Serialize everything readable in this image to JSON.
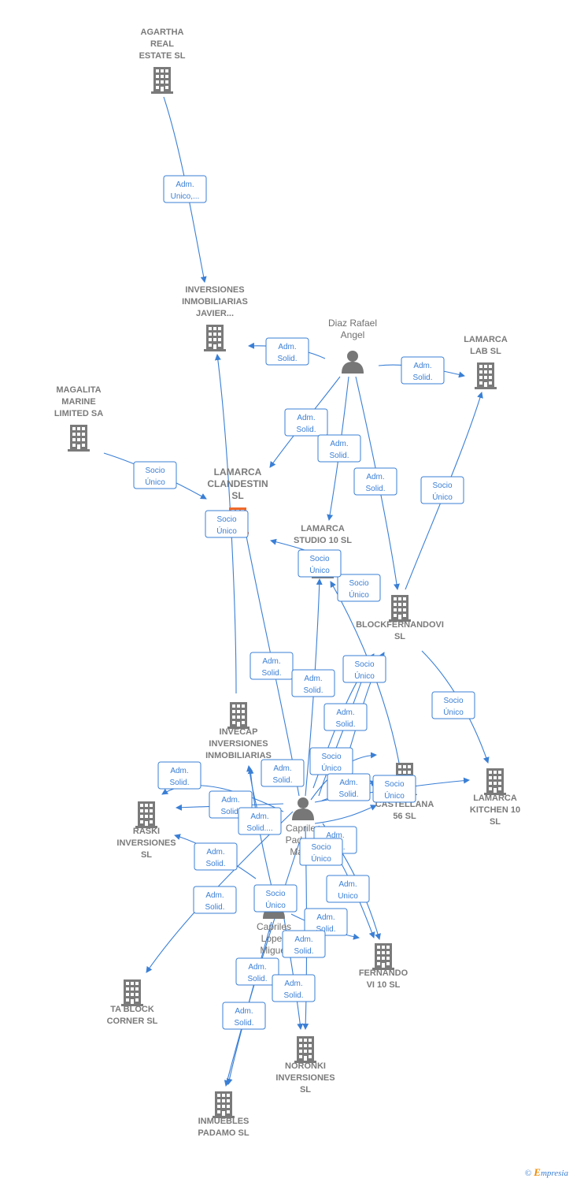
{
  "colors": {
    "edge": "#3a7fd5",
    "company": "#7a7a7a",
    "focus": "#f06a2a",
    "person": "#777777"
  },
  "companies": [
    {
      "id": "agartha",
      "lines": [
        "AGARTHA",
        "REAL",
        "ESTATE  SL"
      ],
      "icon": "building-icon"
    },
    {
      "id": "javier",
      "lines": [
        "INVERSIONES",
        "INMOBILIARIAS",
        "JAVIER..."
      ],
      "icon": "building-icon"
    },
    {
      "id": "lamarca_lab",
      "lines": [
        "LAMARCA",
        "LAB  SL"
      ],
      "icon": "building-icon"
    },
    {
      "id": "magalita",
      "lines": [
        "MAGALITA",
        "MARINE",
        "LIMITED SA"
      ],
      "icon": "building-icon"
    },
    {
      "id": "clandestin",
      "lines": [
        "LAMARCA",
        "CLANDESTIN",
        "SL"
      ],
      "icon": "building-icon",
      "focus": true
    },
    {
      "id": "studio10",
      "lines": [
        "LAMARCA",
        "STUDIO 10  SL"
      ],
      "icon": "building-icon"
    },
    {
      "id": "blockfernandovi",
      "lines": [
        "BLOCKFERNANDOVI",
        "SL"
      ],
      "icon": "building-icon"
    },
    {
      "id": "invecap",
      "lines": [
        "INVECAP",
        "INVERSIONES",
        "INMOBILIARIAS"
      ],
      "icon": "building-icon"
    },
    {
      "id": "castellana",
      "lines": [
        "MAGL",
        "CASTELLANA",
        "56 SL"
      ],
      "icon": "building-icon"
    },
    {
      "id": "kitchen10",
      "lines": [
        "LAMARCA",
        "KITCHEN 10",
        "SL"
      ],
      "icon": "building-icon"
    },
    {
      "id": "raski",
      "lines": [
        "RASKI",
        "INVERSIONES",
        "SL"
      ],
      "icon": "building-icon"
    },
    {
      "id": "tablock",
      "lines": [
        "TA BLOCK",
        "CORNER  SL"
      ],
      "icon": "building-icon"
    },
    {
      "id": "fernandovi10",
      "lines": [
        "FERNANDO",
        "VI 10  SL"
      ],
      "icon": "building-icon"
    },
    {
      "id": "noronki",
      "lines": [
        "NORONKI",
        "INVERSIONES",
        "SL"
      ],
      "icon": "building-icon"
    },
    {
      "id": "padamo",
      "lines": [
        "INMUEBLES",
        "PADAMO  SL"
      ],
      "icon": "building-icon"
    }
  ],
  "persons": [
    {
      "id": "diaz",
      "lines": [
        "Diaz Rafael",
        "Angel"
      ],
      "icon": "person-icon"
    },
    {
      "id": "capriles_mag",
      "lines": [
        "Capriles",
        "Padamo",
        "Mag..."
      ],
      "icon": "person-icon"
    },
    {
      "id": "capriles_miguel",
      "lines": [
        "Capriles",
        "Lopez",
        "Miguel"
      ],
      "icon": "person-icon"
    }
  ],
  "relations": [
    {
      "lines": [
        "Adm.",
        "Unico,..."
      ]
    },
    {
      "lines": [
        "Adm.",
        "Solid."
      ]
    },
    {
      "lines": [
        "Adm.",
        "Solid."
      ]
    },
    {
      "lines": [
        "Adm.",
        "Solid."
      ]
    },
    {
      "lines": [
        "Adm.",
        "Solid."
      ]
    },
    {
      "lines": [
        "Adm.",
        "Solid."
      ]
    },
    {
      "lines": [
        "Socio",
        "Único"
      ]
    },
    {
      "lines": [
        "Socio",
        "Único"
      ]
    },
    {
      "lines": [
        "Socio",
        "Único"
      ]
    },
    {
      "lines": [
        "Socio",
        "Único"
      ]
    },
    {
      "lines": [
        "Socio",
        "Único"
      ]
    },
    {
      "lines": [
        "Adm.",
        "Solid."
      ]
    },
    {
      "lines": [
        "Adm.",
        "Solid."
      ]
    },
    {
      "lines": [
        "Socio",
        "Único"
      ]
    },
    {
      "lines": [
        "Socio",
        "Único"
      ]
    },
    {
      "lines": [
        "Adm.",
        "Solid."
      ]
    },
    {
      "lines": [
        "Socio",
        "Único"
      ]
    },
    {
      "lines": [
        "Adm.",
        "Solid."
      ]
    },
    {
      "lines": [
        "Adm.",
        "Solid."
      ]
    },
    {
      "lines": [
        "Socio",
        "Único"
      ]
    },
    {
      "lines": [
        "Adm.",
        "Solid."
      ]
    },
    {
      "lines": [
        "Adm.",
        "Solid."
      ]
    },
    {
      "lines": [
        "Adm.",
        "Solid...."
      ]
    },
    {
      "lines": [
        "Adm.",
        "Solid."
      ]
    },
    {
      "lines": [
        "Adm.",
        "Solid."
      ]
    },
    {
      "lines": [
        "Socio",
        "Único"
      ]
    },
    {
      "lines": [
        "Adm.",
        "Unico"
      ]
    },
    {
      "lines": [
        "Adm.",
        "Solid."
      ]
    },
    {
      "lines": [
        "Socio",
        "Único"
      ]
    },
    {
      "lines": [
        "Adm.",
        "Solid."
      ]
    },
    {
      "lines": [
        "Adm.",
        "Solid."
      ]
    },
    {
      "lines": [
        "Adm.",
        "Solid."
      ]
    },
    {
      "lines": [
        "Adm.",
        "Solid."
      ]
    },
    {
      "lines": [
        "Adm.",
        "Solid."
      ]
    }
  ],
  "brand": {
    "copyright": "©",
    "name_initial": "E",
    "name_rest": "mpresia"
  }
}
